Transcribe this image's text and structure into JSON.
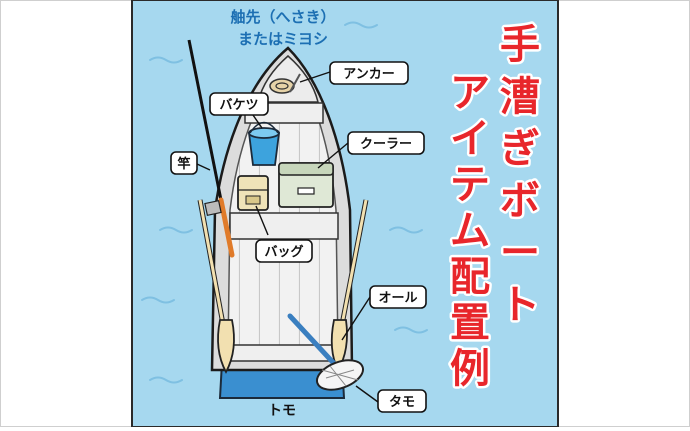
{
  "bow_label": [
    "舳先（へさき）",
    "またはミヨシ"
  ],
  "title_lines": [
    "手漕ぎボート",
    "アイテム配置例"
  ],
  "labels": {
    "anchor": "アンカー",
    "bucket": "バケツ",
    "cooler": "クーラー",
    "rod": "竿",
    "bag": "バッグ",
    "oar": "オール",
    "net": "タモ"
  },
  "stern_label": "トモ",
  "colors": {
    "sea": "#a6d8ef",
    "wave": "#7fc0e2",
    "hull_bottom": "#3a8fd0",
    "title": "#e8262b",
    "bow_text": "#1c6fb3"
  }
}
